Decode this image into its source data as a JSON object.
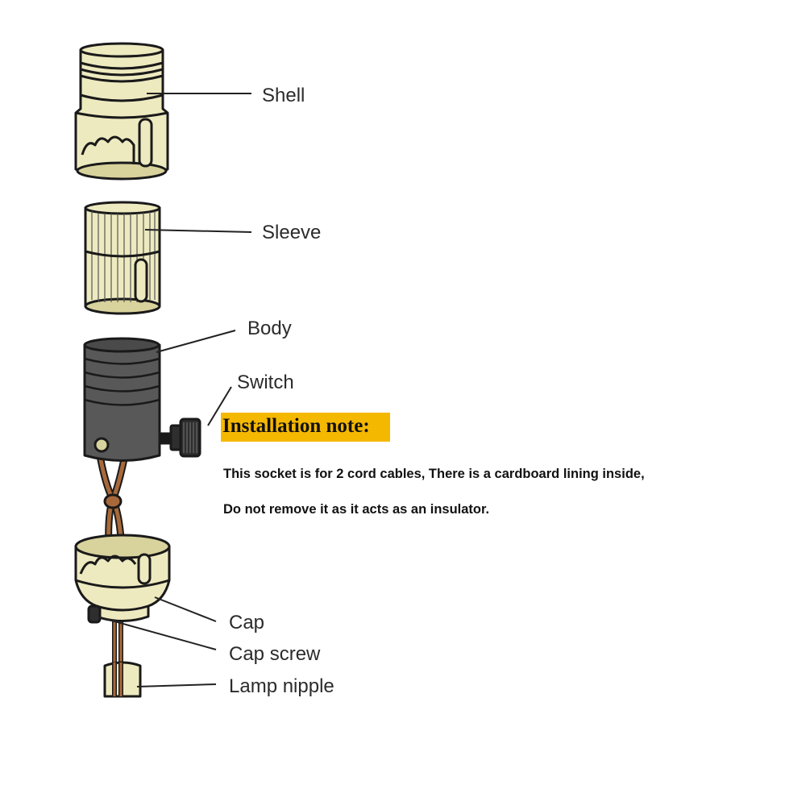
{
  "labels": {
    "shell": "Shell",
    "sleeve": "Sleeve",
    "body": "Body",
    "switch": "Switch",
    "cap": "Cap",
    "cap_screw": "Cap screw",
    "lamp_nipple": "Lamp nipple"
  },
  "note": {
    "title": "Installation note:",
    "lines": [
      "This socket is for 2 cord cables, There is a cardboard lining inside,",
      "Do not remove it as it acts as an insulator."
    ]
  },
  "colors": {
    "brass": "#eeeac0",
    "brass_shadow": "#d8d29c",
    "body": "#585858",
    "cord": "#a8693a",
    "highlight": "#f5b800",
    "outline": "#1a1a1a"
  }
}
